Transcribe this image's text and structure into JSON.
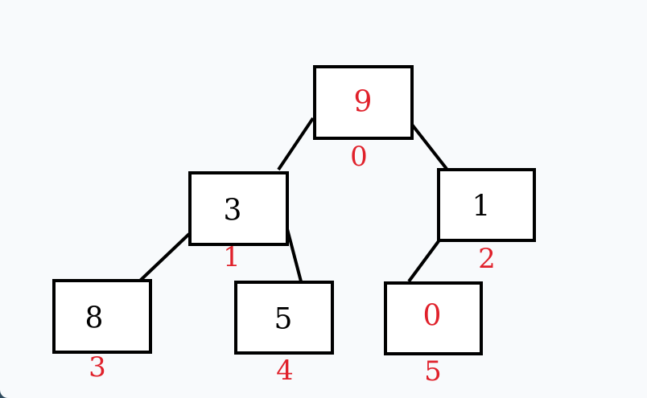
{
  "colors": {
    "highlight": "#e0212b",
    "normal": "#000000",
    "edge": "#000000",
    "background": "#f8fafc"
  },
  "tree": {
    "nodes": [
      {
        "id": "n0",
        "value": "9",
        "index": "0",
        "highlighted": true
      },
      {
        "id": "n1",
        "value": "3",
        "index": "1",
        "highlighted": false
      },
      {
        "id": "n2",
        "value": "1",
        "index": "2",
        "highlighted": false
      },
      {
        "id": "n3",
        "value": "8",
        "index": "3",
        "highlighted": false
      },
      {
        "id": "n4",
        "value": "5",
        "index": "4",
        "highlighted": false
      },
      {
        "id": "n5",
        "value": "0",
        "index": "5",
        "highlighted": true
      }
    ],
    "edges": [
      {
        "from": "n0",
        "to": "n1"
      },
      {
        "from": "n0",
        "to": "n2"
      },
      {
        "from": "n1",
        "to": "n3"
      },
      {
        "from": "n1",
        "to": "n4"
      },
      {
        "from": "n2",
        "to": "n5"
      }
    ]
  }
}
